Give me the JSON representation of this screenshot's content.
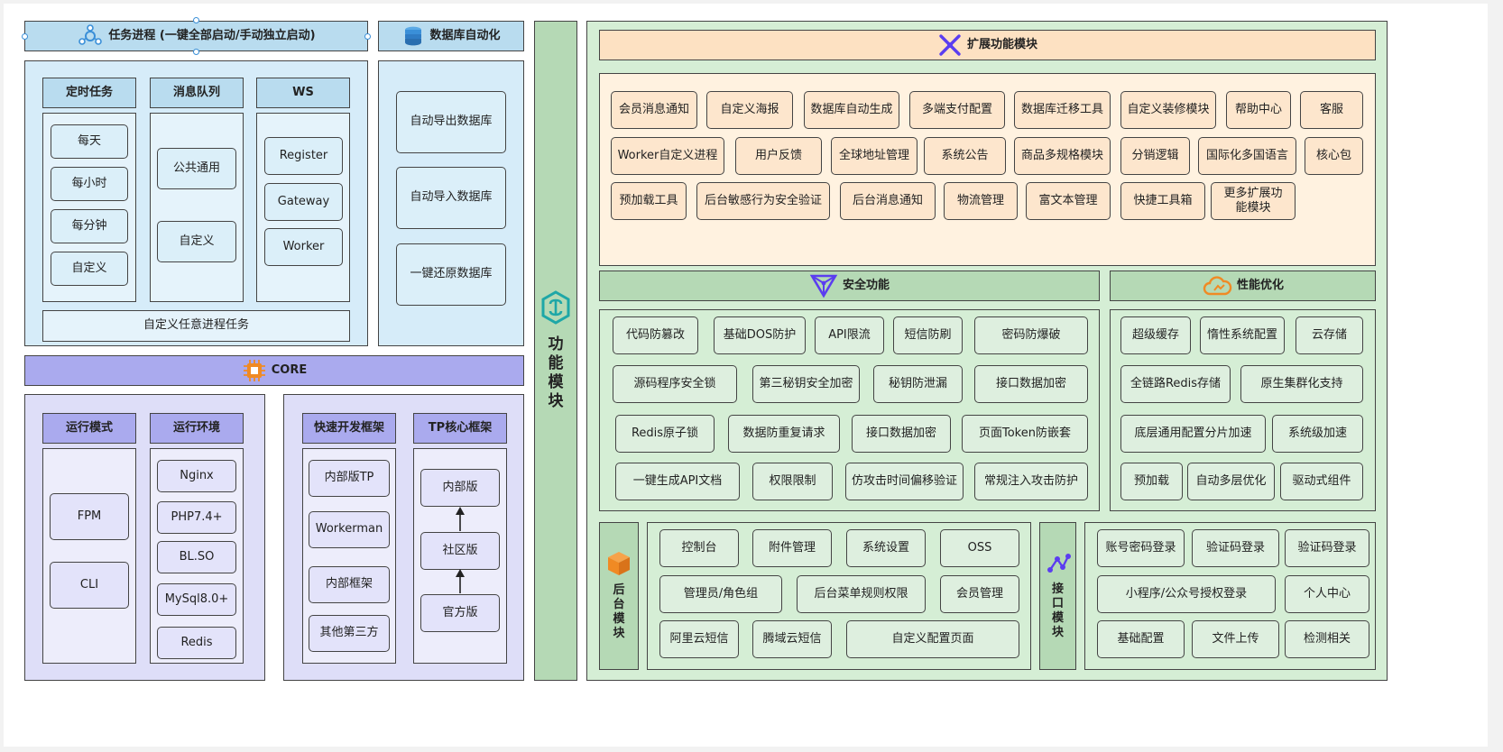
{
  "task_process": {
    "title": "任务进程 (一键全部启动/手动独立启动)",
    "cols": [
      {
        "header": "定时任务",
        "items": [
          "每天",
          "每小时",
          "每分钟",
          "自定义"
        ]
      },
      {
        "header": "消息队列",
        "items": [
          "公共通用",
          "自定义"
        ]
      },
      {
        "header": "WS",
        "items": [
          "Register",
          "Gateway",
          "Worker"
        ]
      }
    ],
    "footer": "自定义任意进程任务"
  },
  "db_auto": {
    "title": "数据库自动化",
    "items": [
      "自动导出数据库",
      "自动导入数据库",
      "一键还原数据库"
    ]
  },
  "core": {
    "title": "CORE",
    "run_mode": {
      "header": "运行模式",
      "items": [
        "FPM",
        "CLI"
      ]
    },
    "run_env": {
      "header": "运行环境",
      "items": [
        "Nginx",
        "PHP7.4+",
        "BL.SO",
        "MySql8.0+",
        "Redis"
      ]
    },
    "quick_dev": {
      "header": "快速开发框架",
      "items": [
        "内部版TP",
        "Workerman",
        "内部框架",
        "其他第三方"
      ]
    },
    "tp_core": {
      "header": "TP核心框架",
      "items": [
        "内部版",
        "社区版",
        "官方版"
      ]
    }
  },
  "function_module": {
    "chars": [
      "功",
      "能",
      "模",
      "块"
    ]
  },
  "ext": {
    "title": "扩展功能模块",
    "rows": [
      [
        "会员消息通知",
        "自定义海报",
        "数据库自动生成",
        "多端支付配置",
        "数据库迁移工具",
        "自定义装修模块",
        "帮助中心",
        "客服"
      ],
      [
        "Worker自定义进程",
        "用户反馈",
        "全球地址管理",
        "系统公告",
        "商品多规格模块",
        "分销逻辑",
        "国际化多国语言",
        "核心包"
      ],
      [
        "预加载工具",
        "后台敏感行为安全验证",
        "后台消息通知",
        "物流管理",
        "富文本管理",
        "快捷工具箱",
        "更多扩展功能模块"
      ]
    ]
  },
  "security": {
    "title": "安全功能",
    "rows": [
      [
        "代码防篡改",
        "基础DOS防护",
        "API限流",
        "短信防刷",
        "密码防爆破"
      ],
      [
        "源码程序安全锁",
        "第三秘钥安全加密",
        "秘钥防泄漏",
        "接口数据加密"
      ],
      [
        "Redis原子锁",
        "数据防重复请求",
        "接口数据加密",
        "页面Token防嵌套"
      ],
      [
        "一键生成API文档",
        "权限限制",
        "仿攻击时间偏移验证",
        "常规注入攻击防护"
      ]
    ]
  },
  "perf": {
    "title": "性能优化",
    "rows": [
      [
        "超级缓存",
        "惰性系统配置",
        "云存储"
      ],
      [
        "全链路Redis存储",
        "原生集群化支持"
      ],
      [
        "底层通用配置分片加速",
        "系统级加速"
      ],
      [
        "预加载",
        "自动多层优化",
        "驱动式组件"
      ]
    ]
  },
  "backend": {
    "chars": [
      "后",
      "台",
      "模",
      "块"
    ],
    "rows": [
      [
        "控制台",
        "附件管理",
        "系统设置",
        "OSS"
      ],
      [
        "管理员/角色组",
        "后台菜单规则权限",
        "会员管理"
      ],
      [
        "阿里云短信",
        "腾域云短信",
        "自定义配置页面"
      ]
    ]
  },
  "api": {
    "chars": [
      "接",
      "口",
      "模",
      "块"
    ],
    "rows": [
      [
        "账号密码登录",
        "验证码登录",
        "验证码登录"
      ],
      [
        "小程序/公众号授权登录",
        "个人中心"
      ],
      [
        "基础配置",
        "文件上传",
        "检测相关"
      ]
    ]
  },
  "colors": {
    "blue_header": "#b9dcef",
    "purple_header": "#aaaaee",
    "green_header": "#b5d9b5",
    "orange_header": "#fde1c2",
    "icon_blue": "#3a8fd8",
    "icon_orange": "#f08a24",
    "icon_teal": "#1ea7a7",
    "icon_purple": "#5b3df0"
  },
  "icons": [
    "process-icon",
    "database-icon",
    "chip-icon",
    "module-hex-icon",
    "puzzle-icon",
    "triangle-network-icon",
    "cloud-icon",
    "cube-stack-icon",
    "api-node-icon",
    "arrow-up-icon"
  ]
}
